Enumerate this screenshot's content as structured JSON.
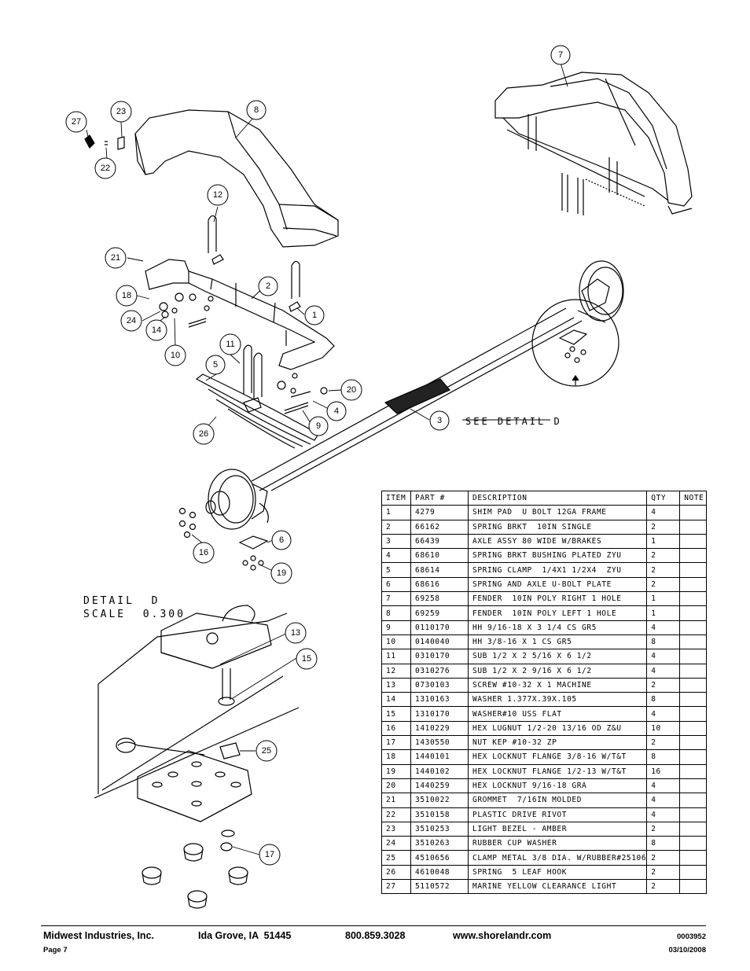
{
  "callouts": {
    "c1": "1",
    "c2": "2",
    "c3": "3",
    "c4": "4",
    "c5": "5",
    "c6": "6",
    "c7": "7",
    "c8": "8",
    "c9": "9",
    "c10": "10",
    "c11": "11",
    "c12": "12",
    "c13": "13",
    "c14": "14",
    "c15": "15",
    "c16": "16",
    "c17": "17",
    "c18": "18",
    "c19": "19",
    "c20": "20",
    "c21": "21",
    "c22": "22",
    "c23": "23",
    "c24": "24",
    "c25": "25",
    "c26": "26",
    "c27": "27"
  },
  "detail": {
    "line1": "DETAIL  D",
    "line2": "SCALE  0.300",
    "see_detail": "SEE DETAIL  D"
  },
  "table": {
    "headers": [
      "ITEM",
      "PART #",
      "DESCRIPTION",
      "QTY",
      "NOTE"
    ],
    "rows": [
      [
        "1",
        "4279",
        "SHIM PAD  U BOLT 12GA FRAME",
        "4",
        ""
      ],
      [
        "2",
        "66162",
        "SPRING BRKT  10IN SINGLE",
        "2",
        ""
      ],
      [
        "3",
        "66439",
        "AXLE ASSY 80 WIDE W/BRAKES",
        "1",
        ""
      ],
      [
        "4",
        "68610",
        "SPRING BRKT BUSHING PLATED ZYU",
        "2",
        ""
      ],
      [
        "5",
        "68614",
        "SPRING CLAMP  1/4X1 1/2X4  ZYU",
        "2",
        ""
      ],
      [
        "6",
        "68616",
        "SPRING AND AXLE U-BOLT PLATE",
        "2",
        ""
      ],
      [
        "7",
        "69258",
        "FENDER  10IN POLY RIGHT 1 HOLE",
        "1",
        ""
      ],
      [
        "8",
        "69259",
        "FENDER  10IN POLY LEFT 1 HOLE",
        "1",
        ""
      ],
      [
        "9",
        "0110170",
        "HH 9/16-18 X 3 1/4 CS GR5",
        "4",
        ""
      ],
      [
        "10",
        "0140040",
        "HH 3/8-16 X 1 CS GR5",
        "8",
        ""
      ],
      [
        "11",
        "0310170",
        "SUB 1/2 X 2 5/16 X 6 1/2",
        "4",
        ""
      ],
      [
        "12",
        "0310276",
        "SUB 1/2 X 2 9/16 X 6 1/2",
        "4",
        ""
      ],
      [
        "13",
        "0730103",
        "SCREW #10-32 X 1 MACHINE",
        "2",
        ""
      ],
      [
        "14",
        "1310163",
        "WASHER 1.377X.39X.105",
        "8",
        ""
      ],
      [
        "15",
        "1310170",
        "WASHER#10 USS FLAT",
        "4",
        ""
      ],
      [
        "16",
        "1410229",
        "HEX LUGNUT 1/2-20 13/16 OD Z&U",
        "10",
        ""
      ],
      [
        "17",
        "1430550",
        "NUT KEP #10-32 ZP",
        "2",
        ""
      ],
      [
        "18",
        "1440101",
        "HEX LOCKNUT FLANGE 3/8-16 W/T&T",
        "8",
        ""
      ],
      [
        "19",
        "1440102",
        "HEX LOCKNUT FLANGE 1/2-13 W/T&T",
        "16",
        ""
      ],
      [
        "20",
        "1440259",
        "HEX LOCKNUT 9/16-18 GRA",
        "4",
        ""
      ],
      [
        "21",
        "3510022",
        "GROMMET  7/16IN MOLDED",
        "4",
        ""
      ],
      [
        "22",
        "3510158",
        "PLASTIC DRIVE RIVOT",
        "4",
        ""
      ],
      [
        "23",
        "3510253",
        "LIGHT BEZEL - AMBER",
        "2",
        ""
      ],
      [
        "24",
        "3510263",
        "RUBBER CUP WASHER",
        "8",
        ""
      ],
      [
        "25",
        "4510656",
        "CLAMP METAL 3/8 DIA. W/RUBBER#25106",
        "2",
        ""
      ],
      [
        "26",
        "4610048",
        "SPRING  5 LEAF HOOK",
        "2",
        ""
      ],
      [
        "27",
        "5110572",
        "MARINE YELLOW CLEARANCE LIGHT",
        "2",
        ""
      ]
    ]
  },
  "footer": {
    "company": "Midwest Industries, Inc.",
    "city": "Ida Grove, IA  51445",
    "phone": "800.859.3028",
    "web": "www.shorelandr.com",
    "doc_number": "0003952",
    "page": "Page 7",
    "date": "03/10/2008"
  }
}
